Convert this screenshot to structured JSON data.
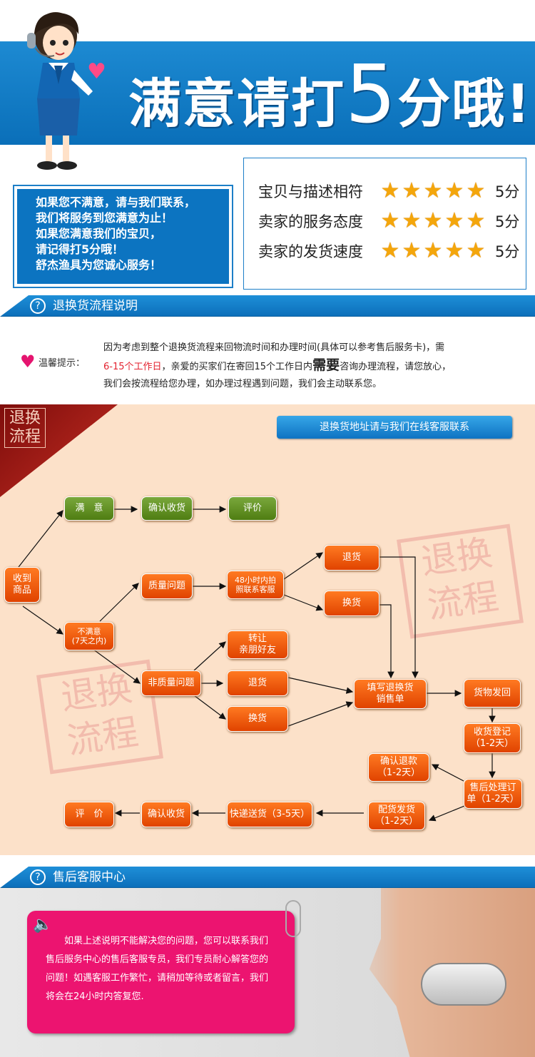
{
  "banner": {
    "title_prefix": "满意请打",
    "title_number": "5",
    "title_suffix": "分哦!"
  },
  "info": {
    "lines": [
      "如果您不满意，请与我们联系，",
      "我们将服务到您满意为止！",
      "如果您满意我们的宝贝，",
      "请记得打5分哦！",
      "舒杰渔具为您诚心服务！"
    ]
  },
  "ratings": [
    {
      "label": "宝贝与描述相符",
      "stars": 5,
      "score": "5分"
    },
    {
      "label": "卖家的服务态度",
      "stars": 5,
      "score": "5分"
    },
    {
      "label": "卖家的发货速度",
      "stars": 5,
      "score": "5分"
    }
  ],
  "section1": {
    "title": "退换货流程说明"
  },
  "notice": {
    "label": "温馨提示：",
    "line1": "因为考虑到整个退换货流程来回物流时间和办理时间(具体可以参考售后服务卡)，需",
    "line2_red": "6-15个工作日",
    "line2_mid": "，亲爱的买家们在寄回15个工作日内",
    "line2_big": "需要",
    "line2_end": "咨询办理流程，请您放心，",
    "line3": "我们会按流程给您办理，如办理过程遇到问题，我们会主动联系您。"
  },
  "flow": {
    "corner_label": "退换\n流程",
    "address_bar": "退换货地址请与我们在线客服联系",
    "stamp": "退换\n流程",
    "nodes": {
      "satisfied": "满　意",
      "confirm_receipt_1": "确认收货",
      "review_1": "评价",
      "received": "收到\n商品",
      "quality_issue": "质量问题",
      "within_48h": "48小时内拍\n照联系客服",
      "return_1": "退货",
      "exchange_1": "换货",
      "unsatisfied": "不满意\n(7天之内)",
      "transfer_friends": "转让\n亲朋好友",
      "non_quality_issue": "非质量问题",
      "return_2": "退货",
      "exchange_2": "换货",
      "fill_form": "填写退换货\n销售单",
      "ship_back": "货物发回",
      "receipt_register": "收货登记\n（1-2天）",
      "confirm_refund": "确认退款\n（1-2天）",
      "after_sales_order": "售后处理订\n单（1-2天）",
      "delivery_dispatch": "配货发货\n（1-2天）",
      "express_delivery": "快递送货（3-5天）",
      "confirm_receipt_2": "确认收货",
      "review_2": "评　价"
    }
  },
  "section2": {
    "title": "售后客服中心"
  },
  "contact": {
    "lines": [
      "如果上述说明不能解决您的问题，您可以联系我们",
      "售后服务中心的售后客服专员，我们专员耐心解答您的",
      "问题！如遇客服工作繁忙，请稍加等待或者留言，我们",
      "将会在24小时内答复您."
    ]
  },
  "colors": {
    "brand_blue": "#0c74c1",
    "flow_orange": "#e04300",
    "flow_green": "#4f7d12",
    "pink": "#ec1470"
  }
}
